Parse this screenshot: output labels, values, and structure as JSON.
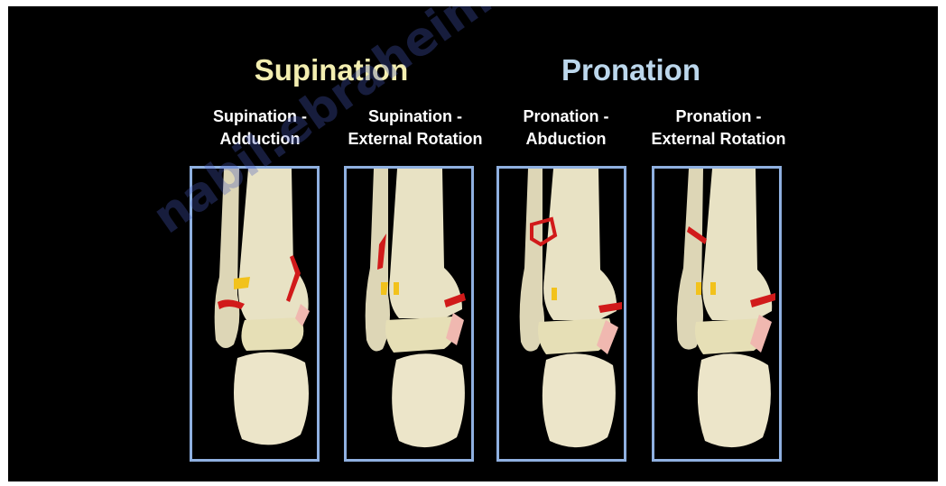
{
  "groups": [
    {
      "title": "Supination",
      "color": "#f3eeb0"
    },
    {
      "title": "Pronation",
      "color": "#bcd7ec"
    }
  ],
  "panels": [
    {
      "label": "Supination -\nAdduction"
    },
    {
      "label": "Supination -\nExternal Rotation"
    },
    {
      "label": "Pronation -\nAbduction"
    },
    {
      "label": "Pronation -\nExternal Rotation"
    }
  ],
  "watermark": "nabil.ebraheim@gmail.co",
  "colors": {
    "background": "#000000",
    "panel_border": "#8fb0e0",
    "bone": "#e8e2c4",
    "fracture": "#d11a1a"
  }
}
